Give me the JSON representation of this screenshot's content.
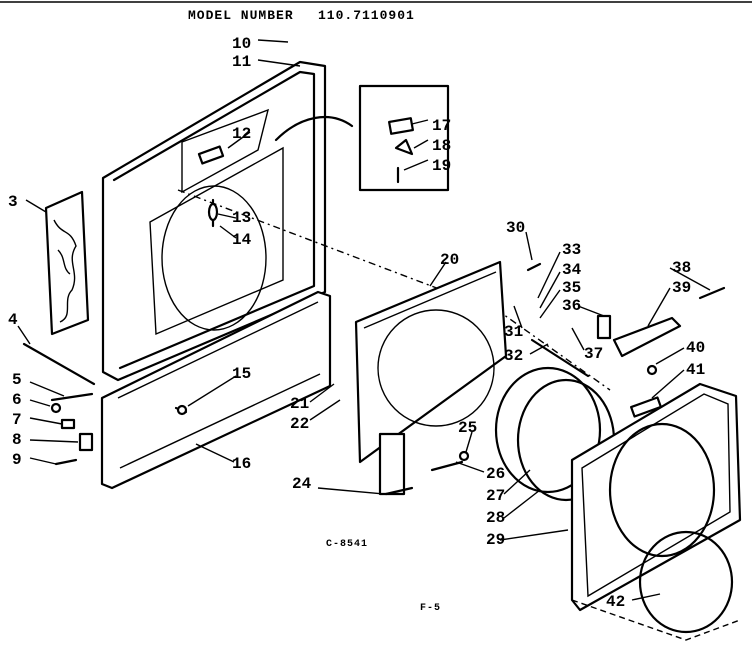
{
  "header": {
    "model_label": "MODEL NUMBER",
    "model_number": "110.7110901"
  },
  "drawing_code": "C-8541",
  "page_code": "F-5",
  "callouts": [
    {
      "id": "p10",
      "label": "10"
    },
    {
      "id": "p11",
      "label": "11"
    },
    {
      "id": "p12",
      "label": "12"
    },
    {
      "id": "p13",
      "label": "13"
    },
    {
      "id": "p14",
      "label": "14"
    },
    {
      "id": "p15",
      "label": "15"
    },
    {
      "id": "p16",
      "label": "16"
    },
    {
      "id": "p17",
      "label": "17"
    },
    {
      "id": "p18",
      "label": "18"
    },
    {
      "id": "p19",
      "label": "19"
    },
    {
      "id": "p3",
      "label": "3"
    },
    {
      "id": "p4",
      "label": "4"
    },
    {
      "id": "p5",
      "label": "5"
    },
    {
      "id": "p6",
      "label": "6"
    },
    {
      "id": "p7",
      "label": "7"
    },
    {
      "id": "p8",
      "label": "8"
    },
    {
      "id": "p9",
      "label": "9"
    },
    {
      "id": "p20",
      "label": "20"
    },
    {
      "id": "p21",
      "label": "21"
    },
    {
      "id": "p22",
      "label": "22"
    },
    {
      "id": "p24",
      "label": "24"
    },
    {
      "id": "p25",
      "label": "25"
    },
    {
      "id": "p26",
      "label": "26"
    },
    {
      "id": "p27",
      "label": "27"
    },
    {
      "id": "p28",
      "label": "28"
    },
    {
      "id": "p29",
      "label": "29"
    },
    {
      "id": "p30",
      "label": "30"
    },
    {
      "id": "p31",
      "label": "31"
    },
    {
      "id": "p32",
      "label": "32"
    },
    {
      "id": "p33",
      "label": "33"
    },
    {
      "id": "p34",
      "label": "34"
    },
    {
      "id": "p35",
      "label": "35"
    },
    {
      "id": "p36",
      "label": "36"
    },
    {
      "id": "p37",
      "label": "37"
    },
    {
      "id": "p38",
      "label": "38"
    },
    {
      "id": "p39",
      "label": "39"
    },
    {
      "id": "p40",
      "label": "40"
    },
    {
      "id": "p41",
      "label": "41"
    },
    {
      "id": "p42",
      "label": "42"
    }
  ]
}
